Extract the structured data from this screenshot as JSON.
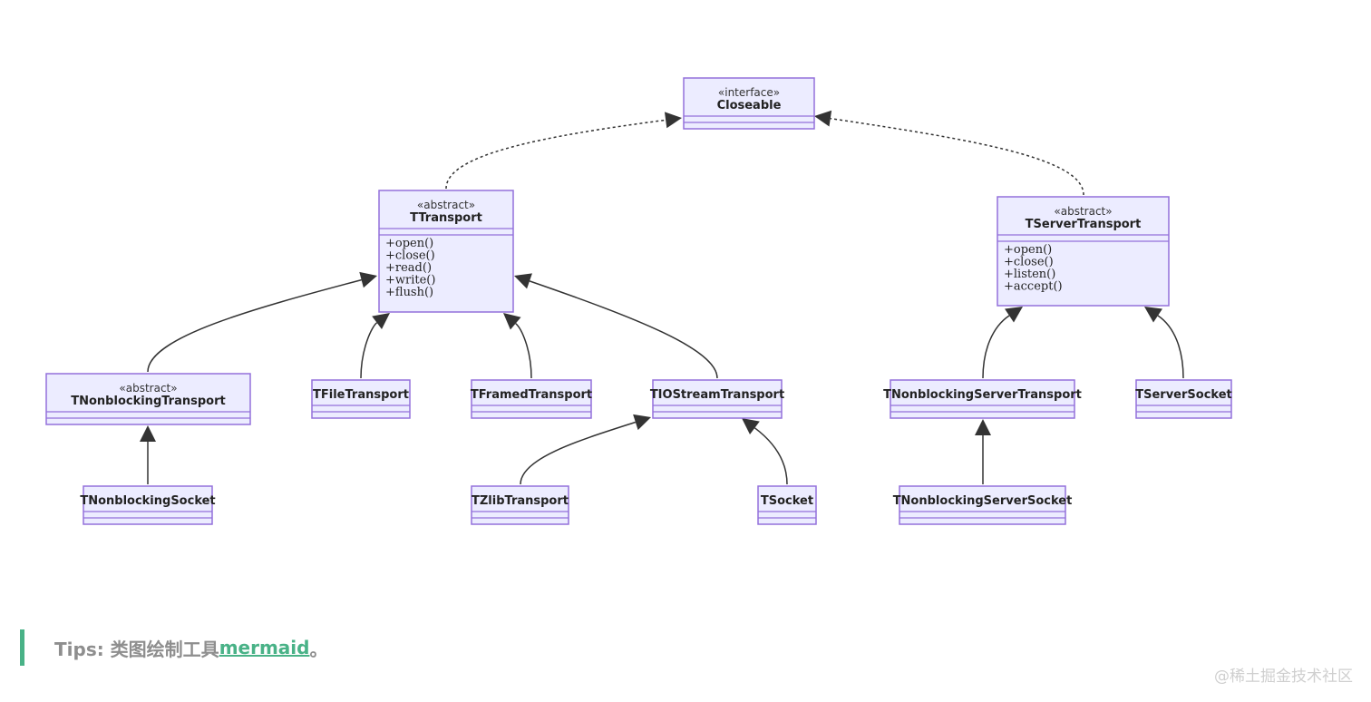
{
  "nodes": [
    {
      "id": "closeable",
      "stereotype": "«interface»",
      "name": "Closeable",
      "members": []
    },
    {
      "id": "ttransport",
      "stereotype": "«abstract»",
      "name": "TTransport",
      "members": [
        "+open()",
        "+close()",
        "+read()",
        "+write()",
        "+flush()"
      ]
    },
    {
      "id": "tservertransport",
      "stereotype": "«abstract»",
      "name": "TServerTransport",
      "members": [
        "+open()",
        "+close()",
        "+listen()",
        "+accept()"
      ]
    },
    {
      "id": "tnonblockingtransport",
      "stereotype": "«abstract»",
      "name": "TNonblockingTransport",
      "members": []
    },
    {
      "id": "tfiletransport",
      "stereotype": "",
      "name": "TFileTransport",
      "members": []
    },
    {
      "id": "tframedtransport",
      "stereotype": "",
      "name": "TFramedTransport",
      "members": []
    },
    {
      "id": "tiostreamtransport",
      "stereotype": "",
      "name": "TIOStreamTransport",
      "members": []
    },
    {
      "id": "tnonblockingservertransport",
      "stereotype": "",
      "name": "TNonblockingServerTransport",
      "members": []
    },
    {
      "id": "tserversocket",
      "stereotype": "",
      "name": "TServerSocket",
      "members": []
    },
    {
      "id": "tnonblockingsocket",
      "stereotype": "",
      "name": "TNonblockingSocket",
      "members": []
    },
    {
      "id": "tzlibtransport",
      "stereotype": "",
      "name": "TZlibTransport",
      "members": []
    },
    {
      "id": "tsocket",
      "stereotype": "",
      "name": "TSocket",
      "members": []
    },
    {
      "id": "tnonblockingserversocket",
      "stereotype": "",
      "name": "TNonblockingServerSocket",
      "members": []
    }
  ],
  "edges": [
    {
      "from": "ttransport",
      "to": "closeable",
      "kind": "realization"
    },
    {
      "from": "tservertransport",
      "to": "closeable",
      "kind": "realization"
    },
    {
      "from": "tnonblockingtransport",
      "to": "ttransport",
      "kind": "inheritance"
    },
    {
      "from": "tfiletransport",
      "to": "ttransport",
      "kind": "inheritance"
    },
    {
      "from": "tframedtransport",
      "to": "ttransport",
      "kind": "inheritance"
    },
    {
      "from": "tiostreamtransport",
      "to": "ttransport",
      "kind": "inheritance"
    },
    {
      "from": "tnonblockingsocket",
      "to": "tnonblockingtransport",
      "kind": "inheritance"
    },
    {
      "from": "tzlibtransport",
      "to": "tiostreamtransport",
      "kind": "inheritance"
    },
    {
      "from": "tsocket",
      "to": "tiostreamtransport",
      "kind": "inheritance"
    },
    {
      "from": "tnonblockingservertransport",
      "to": "tservertransport",
      "kind": "inheritance"
    },
    {
      "from": "tserversocket",
      "to": "tservertransport",
      "kind": "inheritance"
    },
    {
      "from": "tnonblockingserversocket",
      "to": "tnonblockingservertransport",
      "kind": "inheritance"
    }
  ],
  "tips": {
    "prefix": "Tips: 类图绘制工具",
    "link_text": "mermaid",
    "suffix": "。"
  },
  "watermark": "@稀土掘金技术社区",
  "colors": {
    "box_fill": "#ececff",
    "box_stroke": "#9370db",
    "edge": "#333333",
    "tips_bar": "#49b287",
    "link": "#49b287"
  }
}
